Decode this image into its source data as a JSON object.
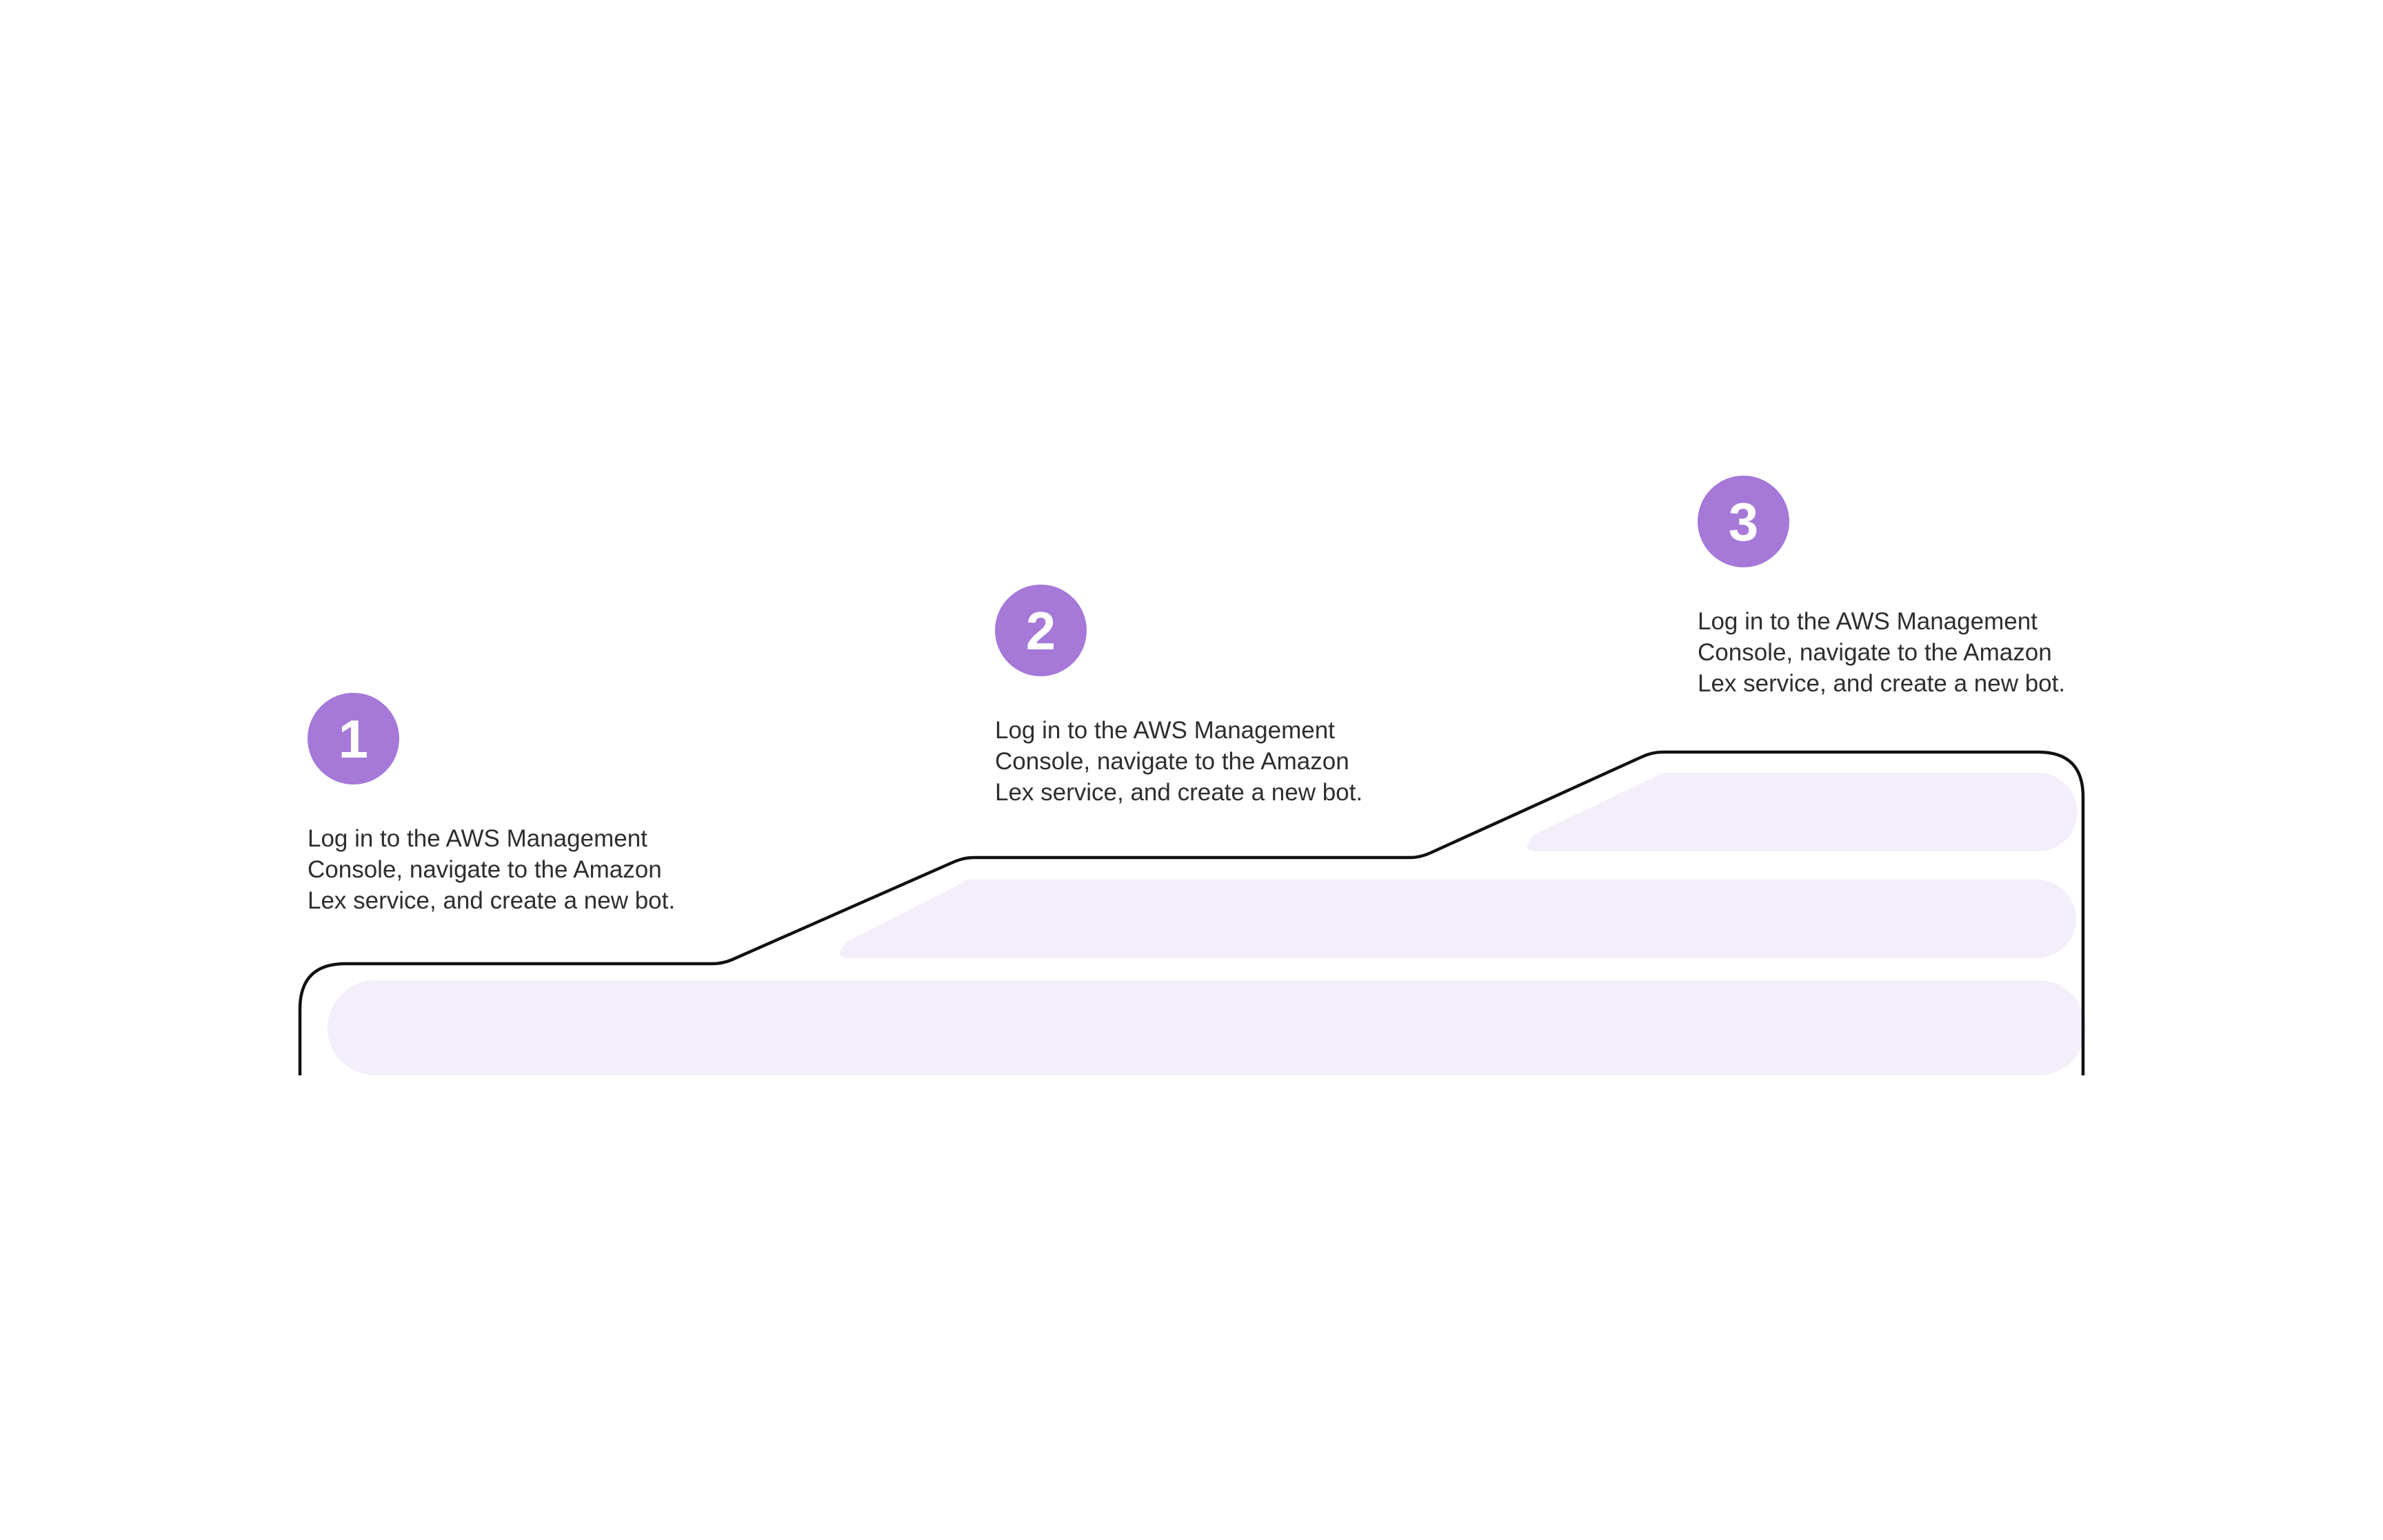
{
  "colors": {
    "accent": "#a678d8",
    "band_fill": "#f3eef9",
    "outline": "#111111",
    "text": "#2e2e2e",
    "background": "#ffffff"
  },
  "steps": [
    {
      "number": "1",
      "line1": "Log in to the AWS Management",
      "line2": "Console, navigate to the Amazon",
      "line3": "Lex service, and create a new bot."
    },
    {
      "number": "2",
      "line1": "Log in to the AWS Management",
      "line2": "Console, navigate to the Amazon",
      "line3": "Lex service, and create a new bot."
    },
    {
      "number": "3",
      "line1": "Log in to the AWS Management",
      "line2": "Console, navigate to the Amazon",
      "line3": "Lex service, and create a new bot."
    }
  ]
}
